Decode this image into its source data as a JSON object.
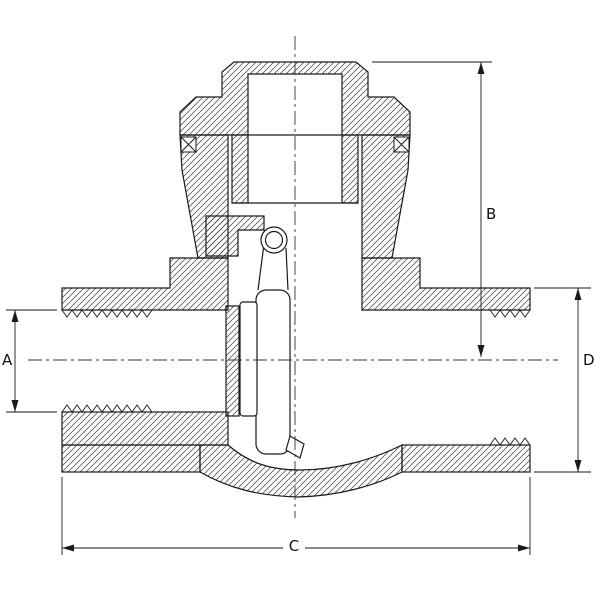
{
  "drawing": {
    "description": "Cross-section technical drawing of a swing check valve with dimension callouts",
    "labels": {
      "a": "A",
      "b": "B",
      "c": "C",
      "d": "D"
    },
    "line_color": "#1a1a1a",
    "hatch_color": "#3b3b3b",
    "background": "#ffffff"
  }
}
